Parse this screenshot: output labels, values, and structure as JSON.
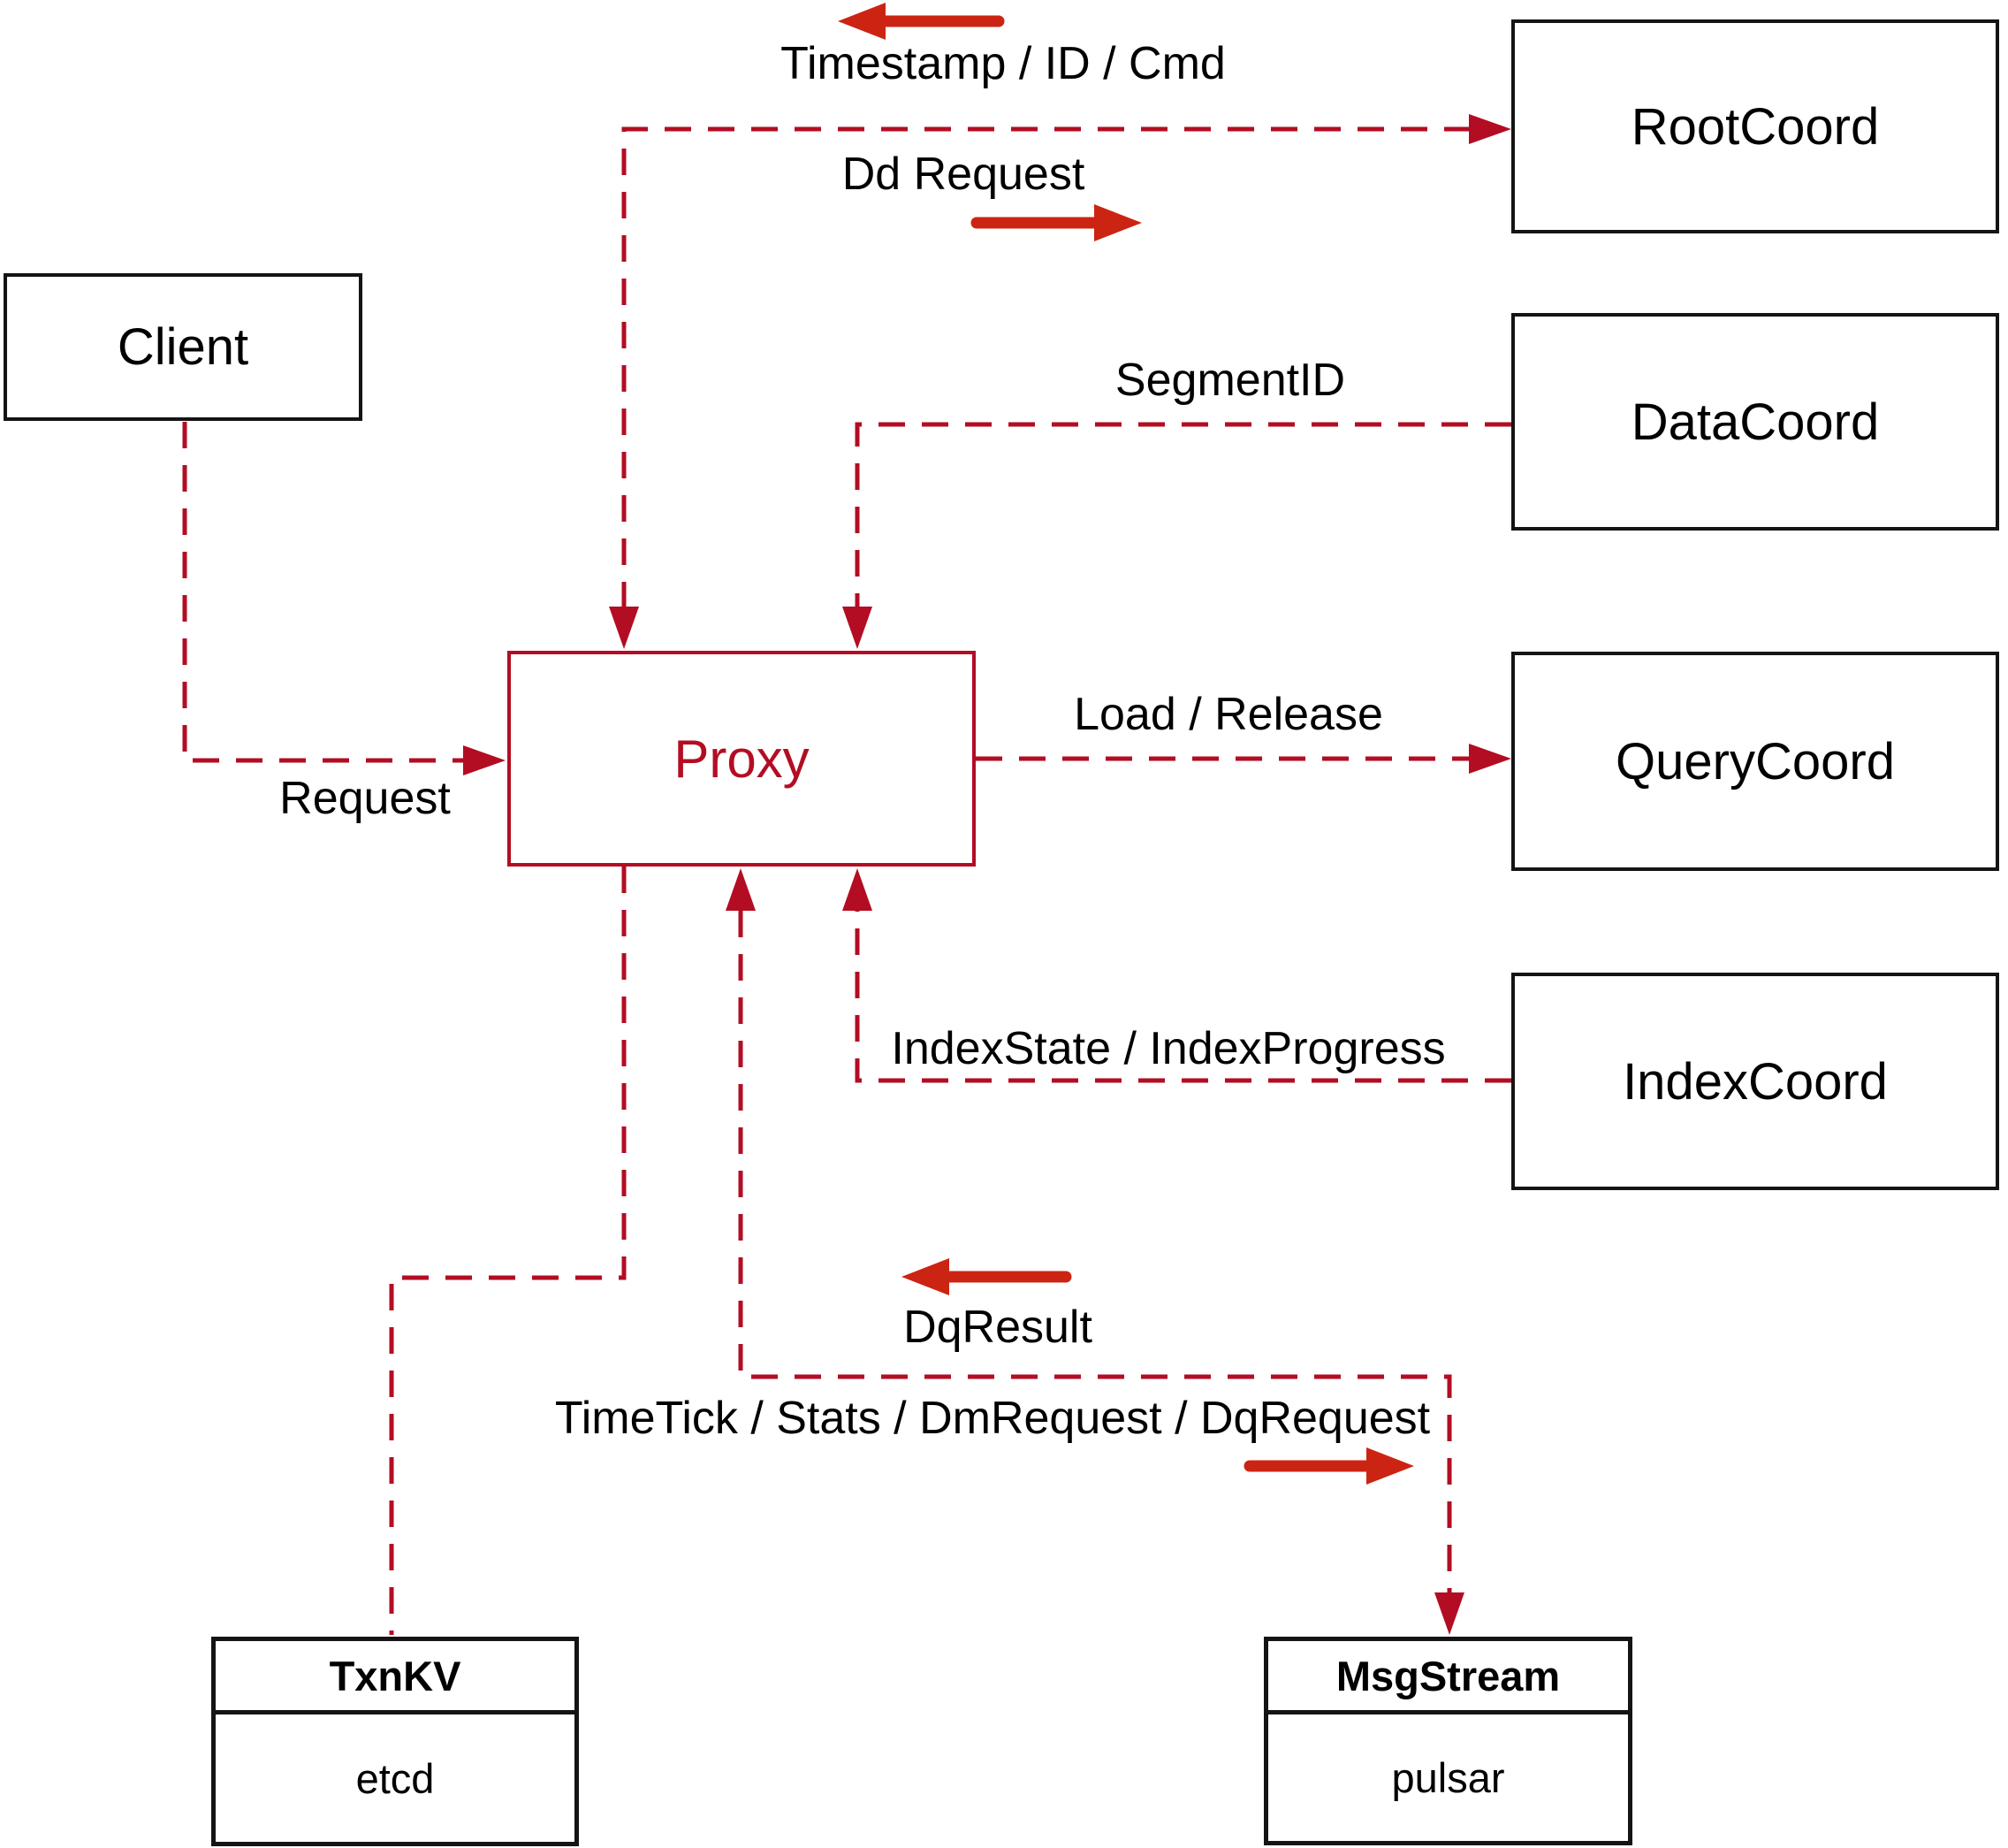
{
  "nodes": {
    "client": {
      "label": "Client"
    },
    "root_coord": {
      "label": "RootCoord"
    },
    "data_coord": {
      "label": "DataCoord"
    },
    "query_coord": {
      "label": "QueryCoord"
    },
    "index_coord": {
      "label": "IndexCoord"
    },
    "proxy": {
      "label": "Proxy"
    },
    "txn_kv": {
      "title": "TxnKV",
      "impl": "etcd"
    },
    "msg_stream": {
      "title": "MsgStream",
      "impl": "pulsar"
    }
  },
  "edge_labels": {
    "timestamp_id_cmd": "Timestamp / ID / Cmd",
    "dd_request": "Dd Request",
    "segment_id": "SegmentID",
    "load_release": "Load / Release",
    "index_state_progress": "IndexState / IndexProgress",
    "request": "Request",
    "dq_result": "DqResult",
    "timetick_stats": "TimeTick / Stats / DmRequest / DqRequest"
  },
  "edges": [
    {
      "from": "client",
      "to": "proxy",
      "label": "Request",
      "arrow": "into-proxy"
    },
    {
      "from": "proxy",
      "to": "root_coord",
      "label": "Timestamp / ID / Cmd + Dd Request",
      "arrow": "both-ends"
    },
    {
      "from": "data_coord",
      "to": "proxy",
      "label": "SegmentID",
      "arrow": "into-proxy"
    },
    {
      "from": "proxy",
      "to": "query_coord",
      "label": "Load / Release",
      "arrow": "into-querycoord"
    },
    {
      "from": "index_coord",
      "to": "proxy",
      "label": "IndexState / IndexProgress",
      "arrow": "into-proxy"
    },
    {
      "from": "proxy",
      "to": "msg_stream",
      "label": "DqResult + TimeTick / Stats / DmRequest / DqRequest",
      "arrow": "both-ends"
    },
    {
      "from": "proxy",
      "to": "txn_kv",
      "label": "",
      "arrow": "none"
    }
  ],
  "colors": {
    "crimson": "#b30d23",
    "arrow_red": "#cc2413",
    "box_border": "#141414",
    "text_color": "#000000",
    "bg": "#ffffff"
  }
}
